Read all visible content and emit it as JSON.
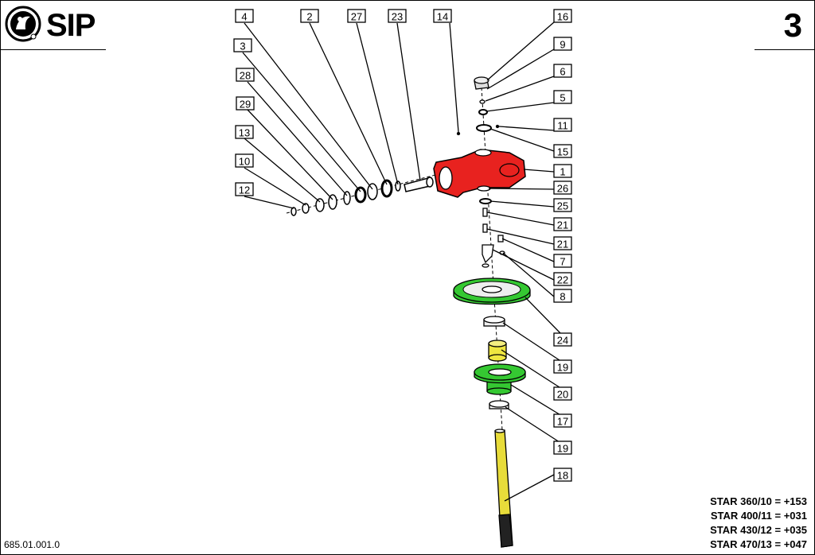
{
  "brand": {
    "name": "SIP",
    "logo_icon": "sip-emblem-icon"
  },
  "page_number": "3",
  "document_code": "685.01.001.0",
  "variants": [
    "STAR 360/10 = +153",
    "STAR 400/11 = +031",
    "STAR 430/12 = +035",
    "STAR 470/13 = +047"
  ],
  "callouts": [
    "4",
    "2",
    "27",
    "23",
    "14",
    "16",
    "9",
    "6",
    "5",
    "11",
    "15",
    "1",
    "26",
    "25",
    "21",
    "21",
    "7",
    "22",
    "8",
    "24",
    "19",
    "20",
    "17",
    "19",
    "18",
    "3",
    "28",
    "29",
    "13",
    "10",
    "12"
  ],
  "colors": {
    "housing": "#e8221f",
    "flange": "#35c832",
    "bushing": "#eee640",
    "shaft": "#e8dc3a"
  }
}
